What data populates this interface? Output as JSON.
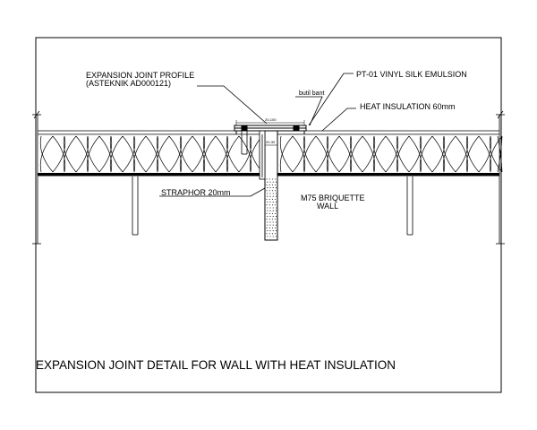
{
  "labels": {
    "expansion_profile_line1": "EXPANSION JOINT PROFILE",
    "expansion_profile_line2": "(ASTEKNIK AD000121)",
    "vinyl": "PT-01 VINYL SILK EMULSION",
    "butil": "butil bant",
    "heat_insulation": "HEAT INSULATION 60mm",
    "straphor": "STRAPHOR 20mm",
    "wall_line1": "M75 BRIQUETTE",
    "wall_line2": "WALL",
    "dim_top": "20-100",
    "dim_joint": "20-30"
  },
  "title": "EXPANSION JOINT DETAIL FOR  WALL WITH HEAT INSULATION"
}
